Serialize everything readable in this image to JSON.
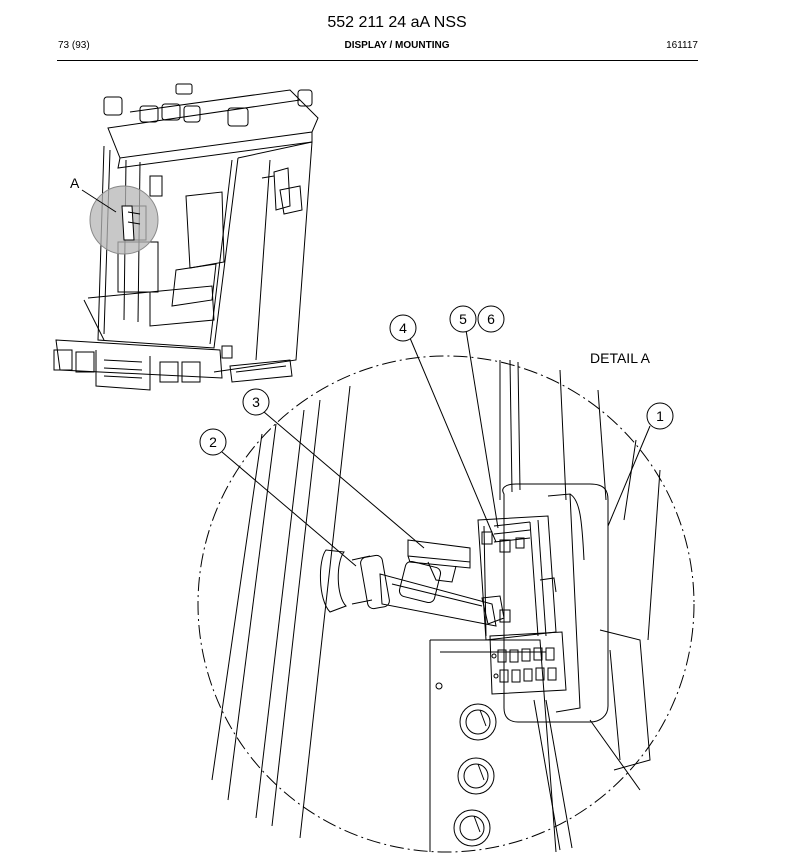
{
  "header": {
    "doc_number": "552 211 24 aA NSS",
    "page": "73 (93)",
    "section": "DISPLAY / MOUNTING",
    "date_code": "161117"
  },
  "figure": {
    "detail_marker": "A",
    "detail_title": "DETAIL A",
    "callouts": [
      "1",
      "2",
      "3",
      "4",
      "5",
      "6"
    ]
  }
}
